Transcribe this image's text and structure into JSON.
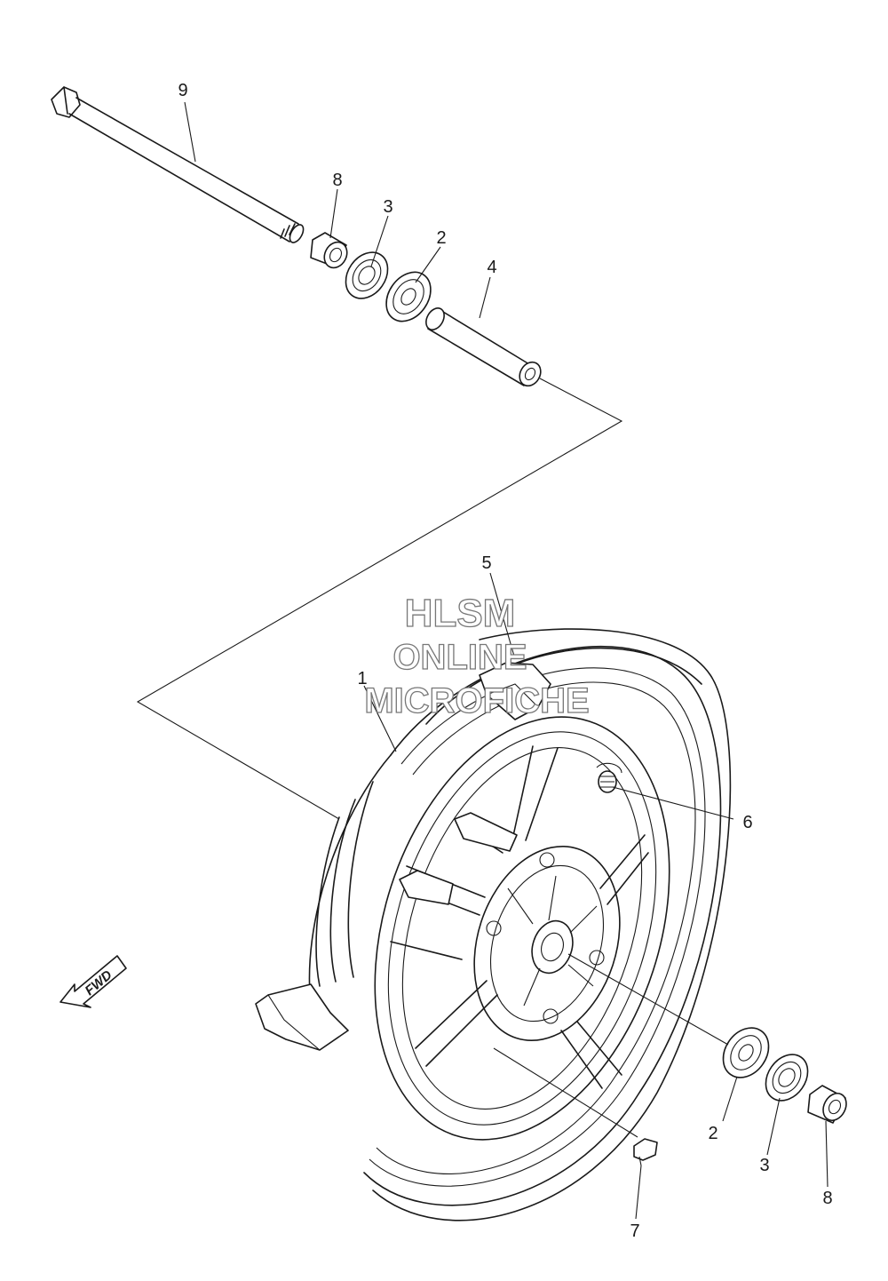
{
  "watermark": {
    "line1": "HLSM",
    "line2": "ONLINE",
    "line3": "MICROFICHE"
  },
  "fwd_label": "FWD",
  "callouts": {
    "axle": "9",
    "collar_top": "8",
    "seal_top": "3",
    "bearing_top": "2",
    "spacer": "4",
    "tire": "5",
    "wheel": "1",
    "valve": "6",
    "bearing_bottom": "2",
    "seal_bottom": "3",
    "collar_bottom": "8",
    "balance_weight": "7"
  }
}
